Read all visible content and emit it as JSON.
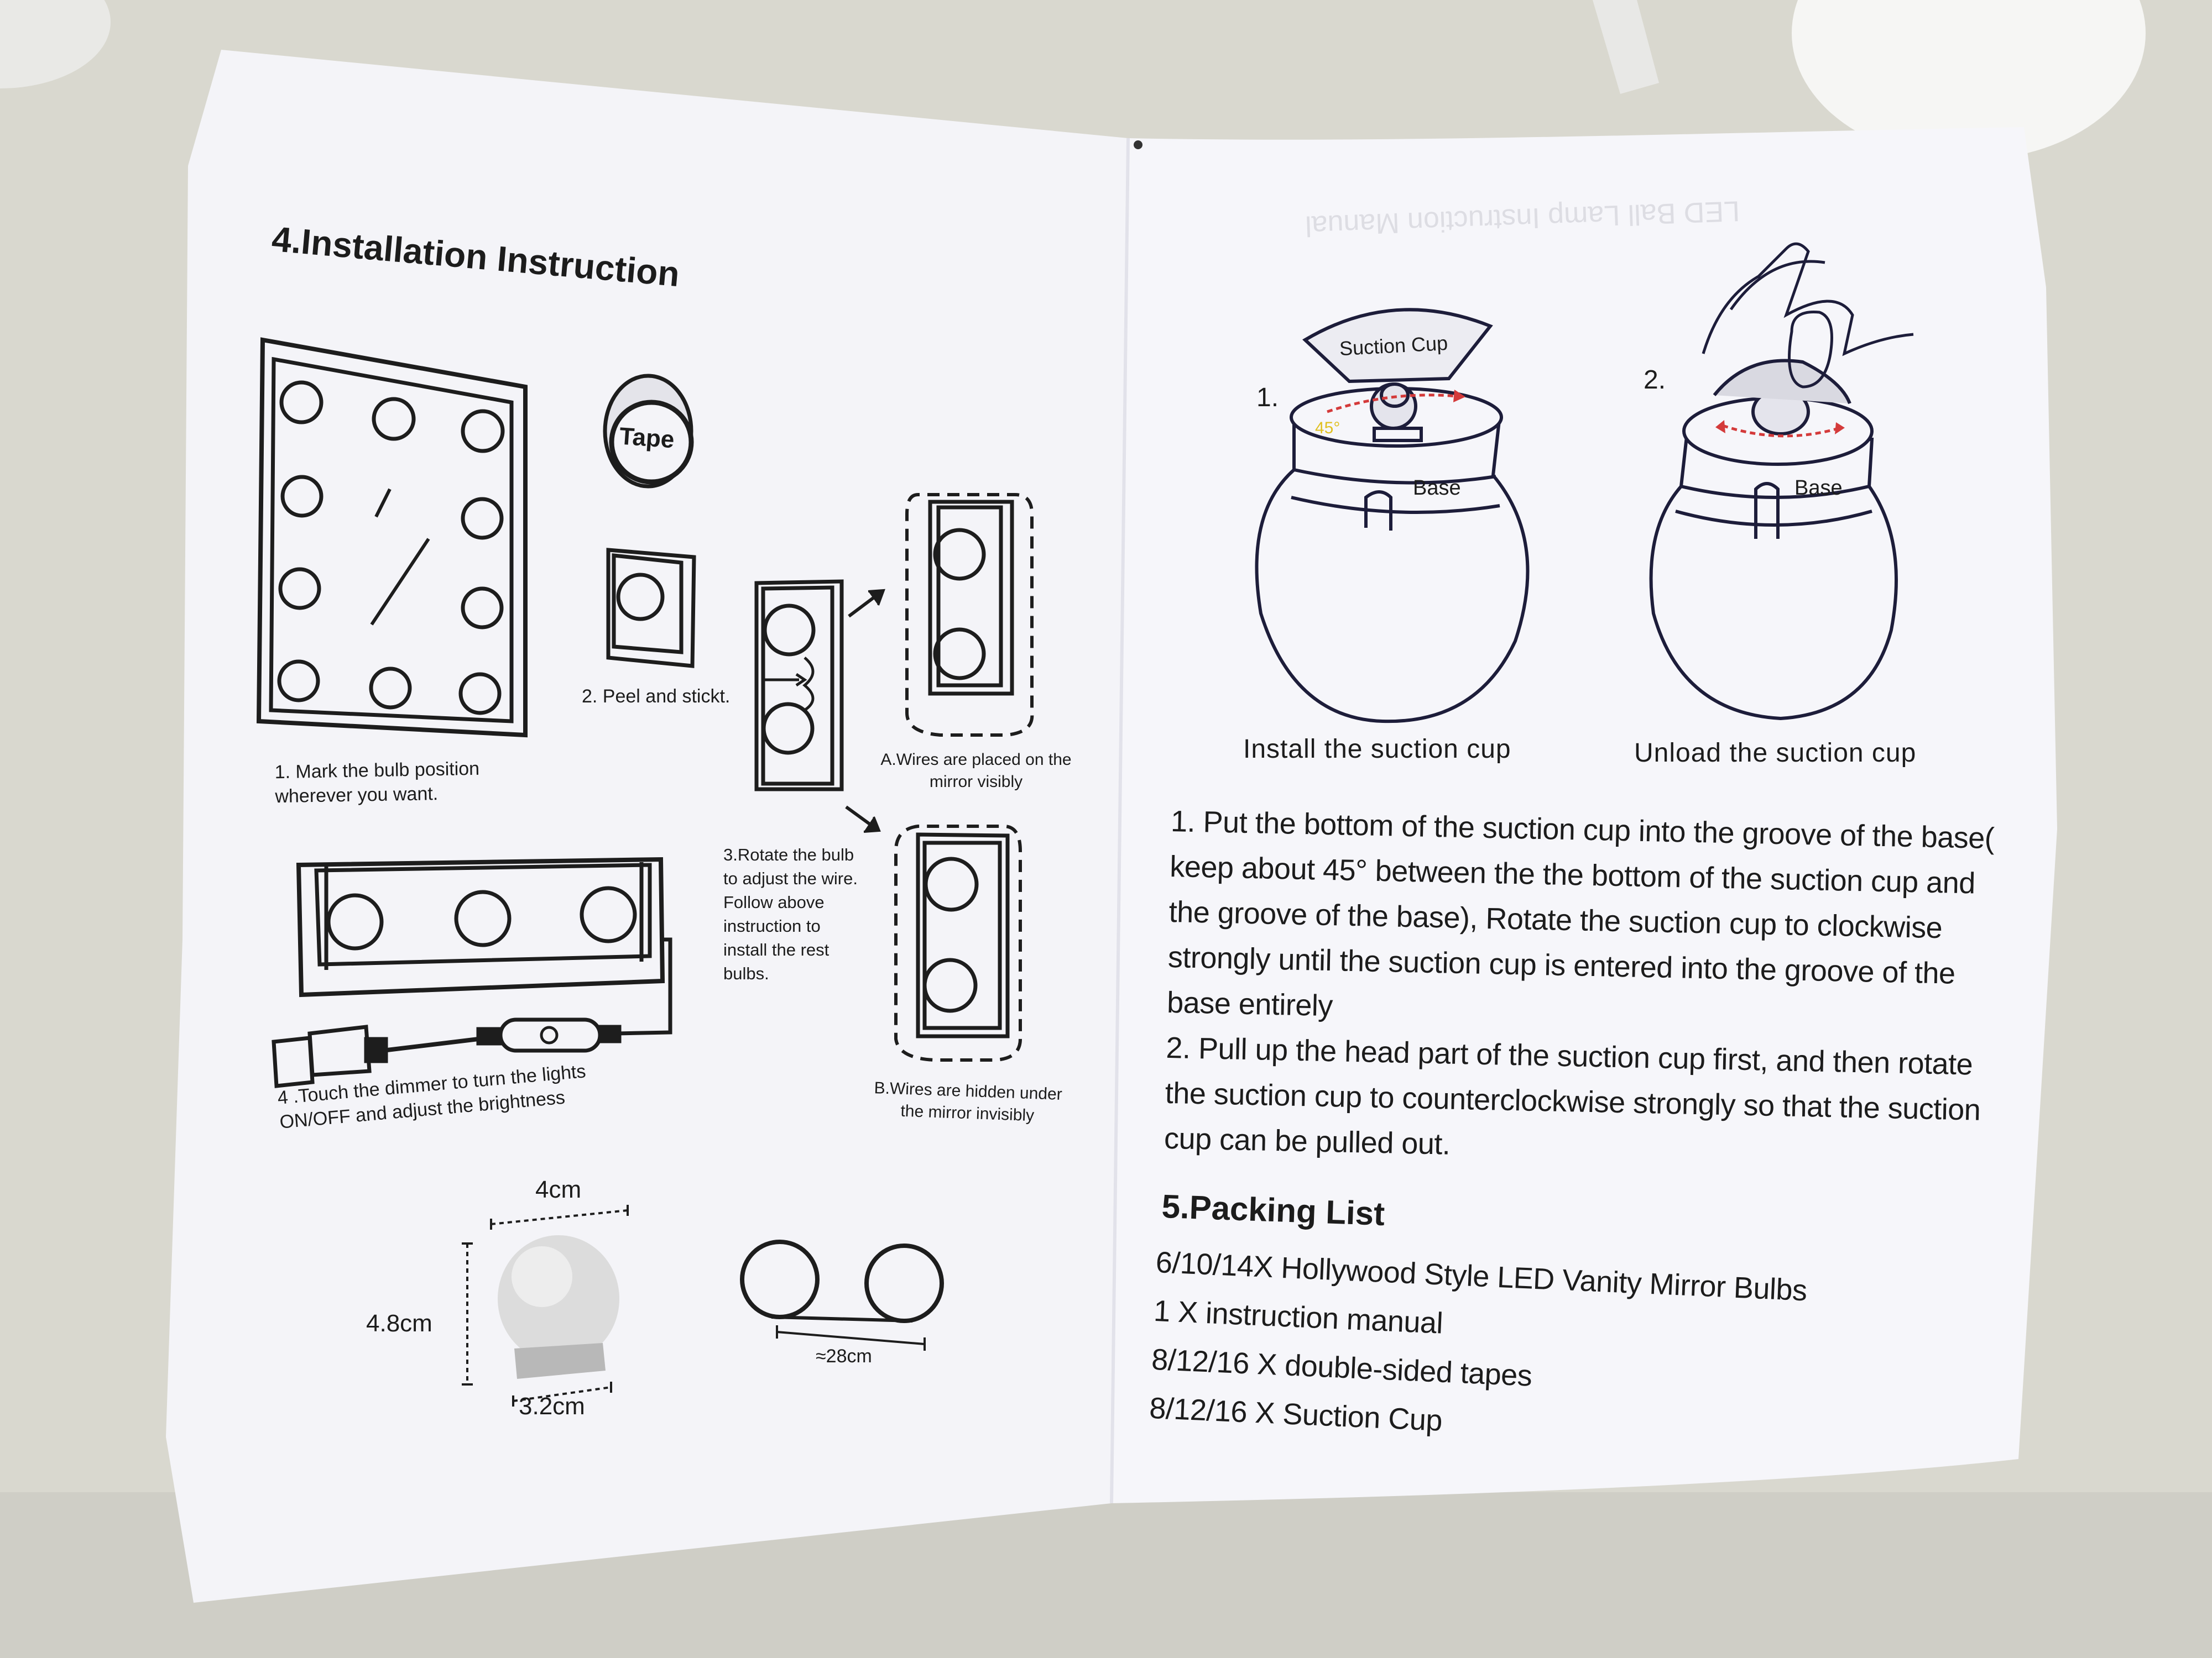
{
  "left_page": {
    "title": "4.Installation Instruction",
    "tape_label": "Tape",
    "step1": [
      "1. Mark the bulb position",
      "wherever you want."
    ],
    "step2": "2. Peel and stickt.",
    "step3": [
      "3.Rotate the bulb",
      "to adjust the wire.",
      "Follow above",
      "instruction to",
      "install the rest",
      "bulbs."
    ],
    "caption_a": [
      "A.Wires are placed on the",
      "mirror visibly"
    ],
    "caption_b": [
      "B.Wires are hidden under",
      "the mirror invisibly"
    ],
    "step4": [
      "4 .Touch the dimmer to turn the lights",
      "ON/OFF and adjust the brightness"
    ],
    "dim_width": "4cm",
    "dim_height": "4.8cm",
    "dim_base": "3.2cm",
    "dim_spacing": "≈28cm"
  },
  "right_page": {
    "ghost_title": "LED Ball Lamp Instruction Manual",
    "fig1_number": "1.",
    "fig2_number": "2.",
    "suction_cup_label": "Suction Cup",
    "base_label": "Base",
    "angle_label": "45°",
    "caption_install": "Install the suction cup",
    "caption_unload": "Unload the suction cup",
    "instructions": [
      "1. Put the bottom of the suction cup into the groove of the base(",
      "keep about 45° between the the bottom of the suction cup and",
      "the groove of the base), Rotate the suction cup to clockwise",
      "strongly until the suction cup is entered into the groove of the",
      "base entirely",
      "2. Pull up the head part of the suction cup first, and then rotate",
      "the suction cup to counterclockwise strongly so that the suction",
      "cup can be pulled out."
    ],
    "packing_title": "5.Packing List",
    "packing_items": [
      "6/10/14X Hollywood Style LED Vanity Mirror Bulbs",
      "1 X instruction manual",
      "8/12/16 X double-sided tapes",
      "8/12/16 X Suction Cup"
    ]
  },
  "colors": {
    "background": "#d9d8cf",
    "paper": "#f4f4f8",
    "ink": "#1c1c1c",
    "accent_red": "#d43a3a",
    "angle_yellow": "#e0c020"
  }
}
